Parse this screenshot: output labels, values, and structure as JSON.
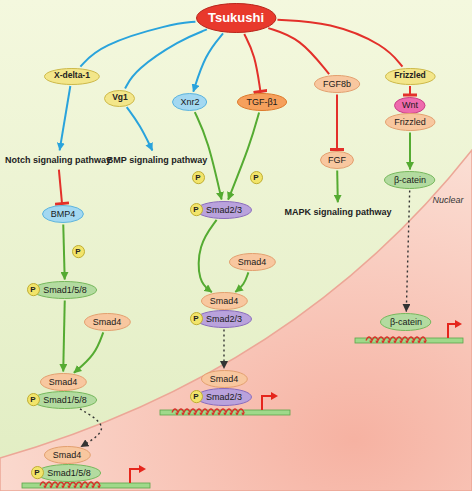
{
  "diagram": {
    "nodes": [
      {
        "text": [
          "Tsukushi"
        ]
      },
      {
        "text": [
          "X-delta-1"
        ]
      },
      {
        "text": [
          "Vg1"
        ]
      },
      {
        "text": [
          "Xnr2"
        ]
      },
      {
        "text": [
          "TGF-β1"
        ]
      },
      {
        "text": [
          "FGF8b"
        ]
      },
      {
        "text": [
          "Frizzled"
        ]
      },
      {
        "text": [
          "Notch signaling pathway"
        ]
      },
      {
        "text": [
          "BMP signaling pathway"
        ]
      },
      {
        "text": [
          "BMP4"
        ]
      },
      {
        "text": [
          "Smad1/5/8"
        ]
      },
      {
        "text": [
          "Smad4"
        ]
      },
      {
        "text": [
          "Smad4"
        ]
      },
      {
        "text": [
          "Smad1/5/8"
        ]
      },
      {
        "text": [
          "Smad4"
        ]
      },
      {
        "text": [
          "Smad1/5/8"
        ]
      },
      {
        "text": [
          "Smad2/3"
        ]
      },
      {
        "text": [
          "Smad4"
        ]
      },
      {
        "text": [
          "Smad4"
        ]
      },
      {
        "text": [
          "Smad2/3"
        ]
      },
      {
        "text": [
          "Smad4"
        ]
      },
      {
        "text": [
          "Smad2/3"
        ]
      },
      {
        "text": [
          "FGF"
        ]
      },
      {
        "text": [
          "MAPK signaling pathway"
        ]
      },
      {
        "text": [
          "Wnt"
        ]
      },
      {
        "text": [
          "Frizzled"
        ]
      },
      {
        "text": [
          "β-catein"
        ]
      },
      {
        "text": [
          "β-catein"
        ]
      },
      {
        "text": [
          "P"
        ]
      },
      {
        "text": [
          "P"
        ]
      },
      {
        "text": [
          "P"
        ]
      },
      {
        "text": [
          "P"
        ]
      },
      {
        "text": [
          "P"
        ]
      },
      {
        "text": [
          "P"
        ]
      },
      {
        "text": [
          "P"
        ]
      },
      {
        "text": [
          "P"
        ]
      },
      {
        "text": [
          "P"
        ]
      }
    ],
    "edges": [
      {
        "from": 0,
        "to": 1,
        "arrow": "none"
      },
      {
        "from": 0,
        "to": 2,
        "arrow": "none"
      },
      {
        "from": 0,
        "to": 3,
        "arrow": "to"
      },
      {
        "from": 0,
        "to": 4,
        "arrow": "to"
      },
      {
        "from": 0,
        "to": 5,
        "arrow": "none"
      },
      {
        "from": 0,
        "to": 6,
        "arrow": "none"
      },
      {
        "from": 1,
        "to": 7,
        "arrow": "to"
      },
      {
        "from": 2,
        "to": 8,
        "arrow": "to"
      },
      {
        "from": 7,
        "to": 9,
        "arrow": "to"
      },
      {
        "from": 9,
        "to": 10,
        "arrow": "to"
      },
      {
        "from": 10,
        "to": 12,
        "arrow": "to"
      },
      {
        "from": 11,
        "to": 12,
        "arrow": "to"
      },
      {
        "from": 13,
        "to": 14,
        "arrow": "to"
      },
      {
        "from": 3,
        "to": 16,
        "arrow": "to"
      },
      {
        "from": 4,
        "to": 16,
        "arrow": "to"
      },
      {
        "from": 16,
        "to": 18,
        "arrow": "to"
      },
      {
        "from": 17,
        "to": 18,
        "arrow": "to"
      },
      {
        "from": 19,
        "to": 20,
        "arrow": "to"
      },
      {
        "from": 5,
        "to": 22,
        "arrow": "to"
      },
      {
        "from": 22,
        "to": 23,
        "arrow": "to"
      },
      {
        "from": 6,
        "to": 24,
        "arrow": "to"
      },
      {
        "from": 25,
        "to": 26,
        "arrow": "to"
      },
      {
        "from": 26,
        "to": 27,
        "arrow": "to"
      }
    ],
    "labels": [
      "Nuclear"
    ]
  }
}
